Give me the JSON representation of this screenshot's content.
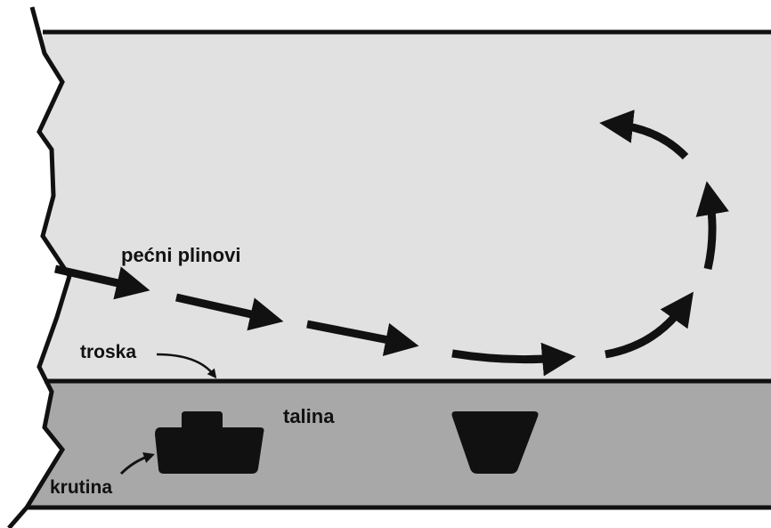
{
  "labels": {
    "furnace_gases": "pećni plinovi",
    "slag": "troska",
    "melt": "talina",
    "solid": "krutina"
  },
  "colors": {
    "gas_region": "#e1e1e1",
    "melt_region": "#a8a8a8",
    "outline": "#111111",
    "solid_fill": "#111111",
    "arrows": "#111111",
    "background": "#ffffff"
  }
}
